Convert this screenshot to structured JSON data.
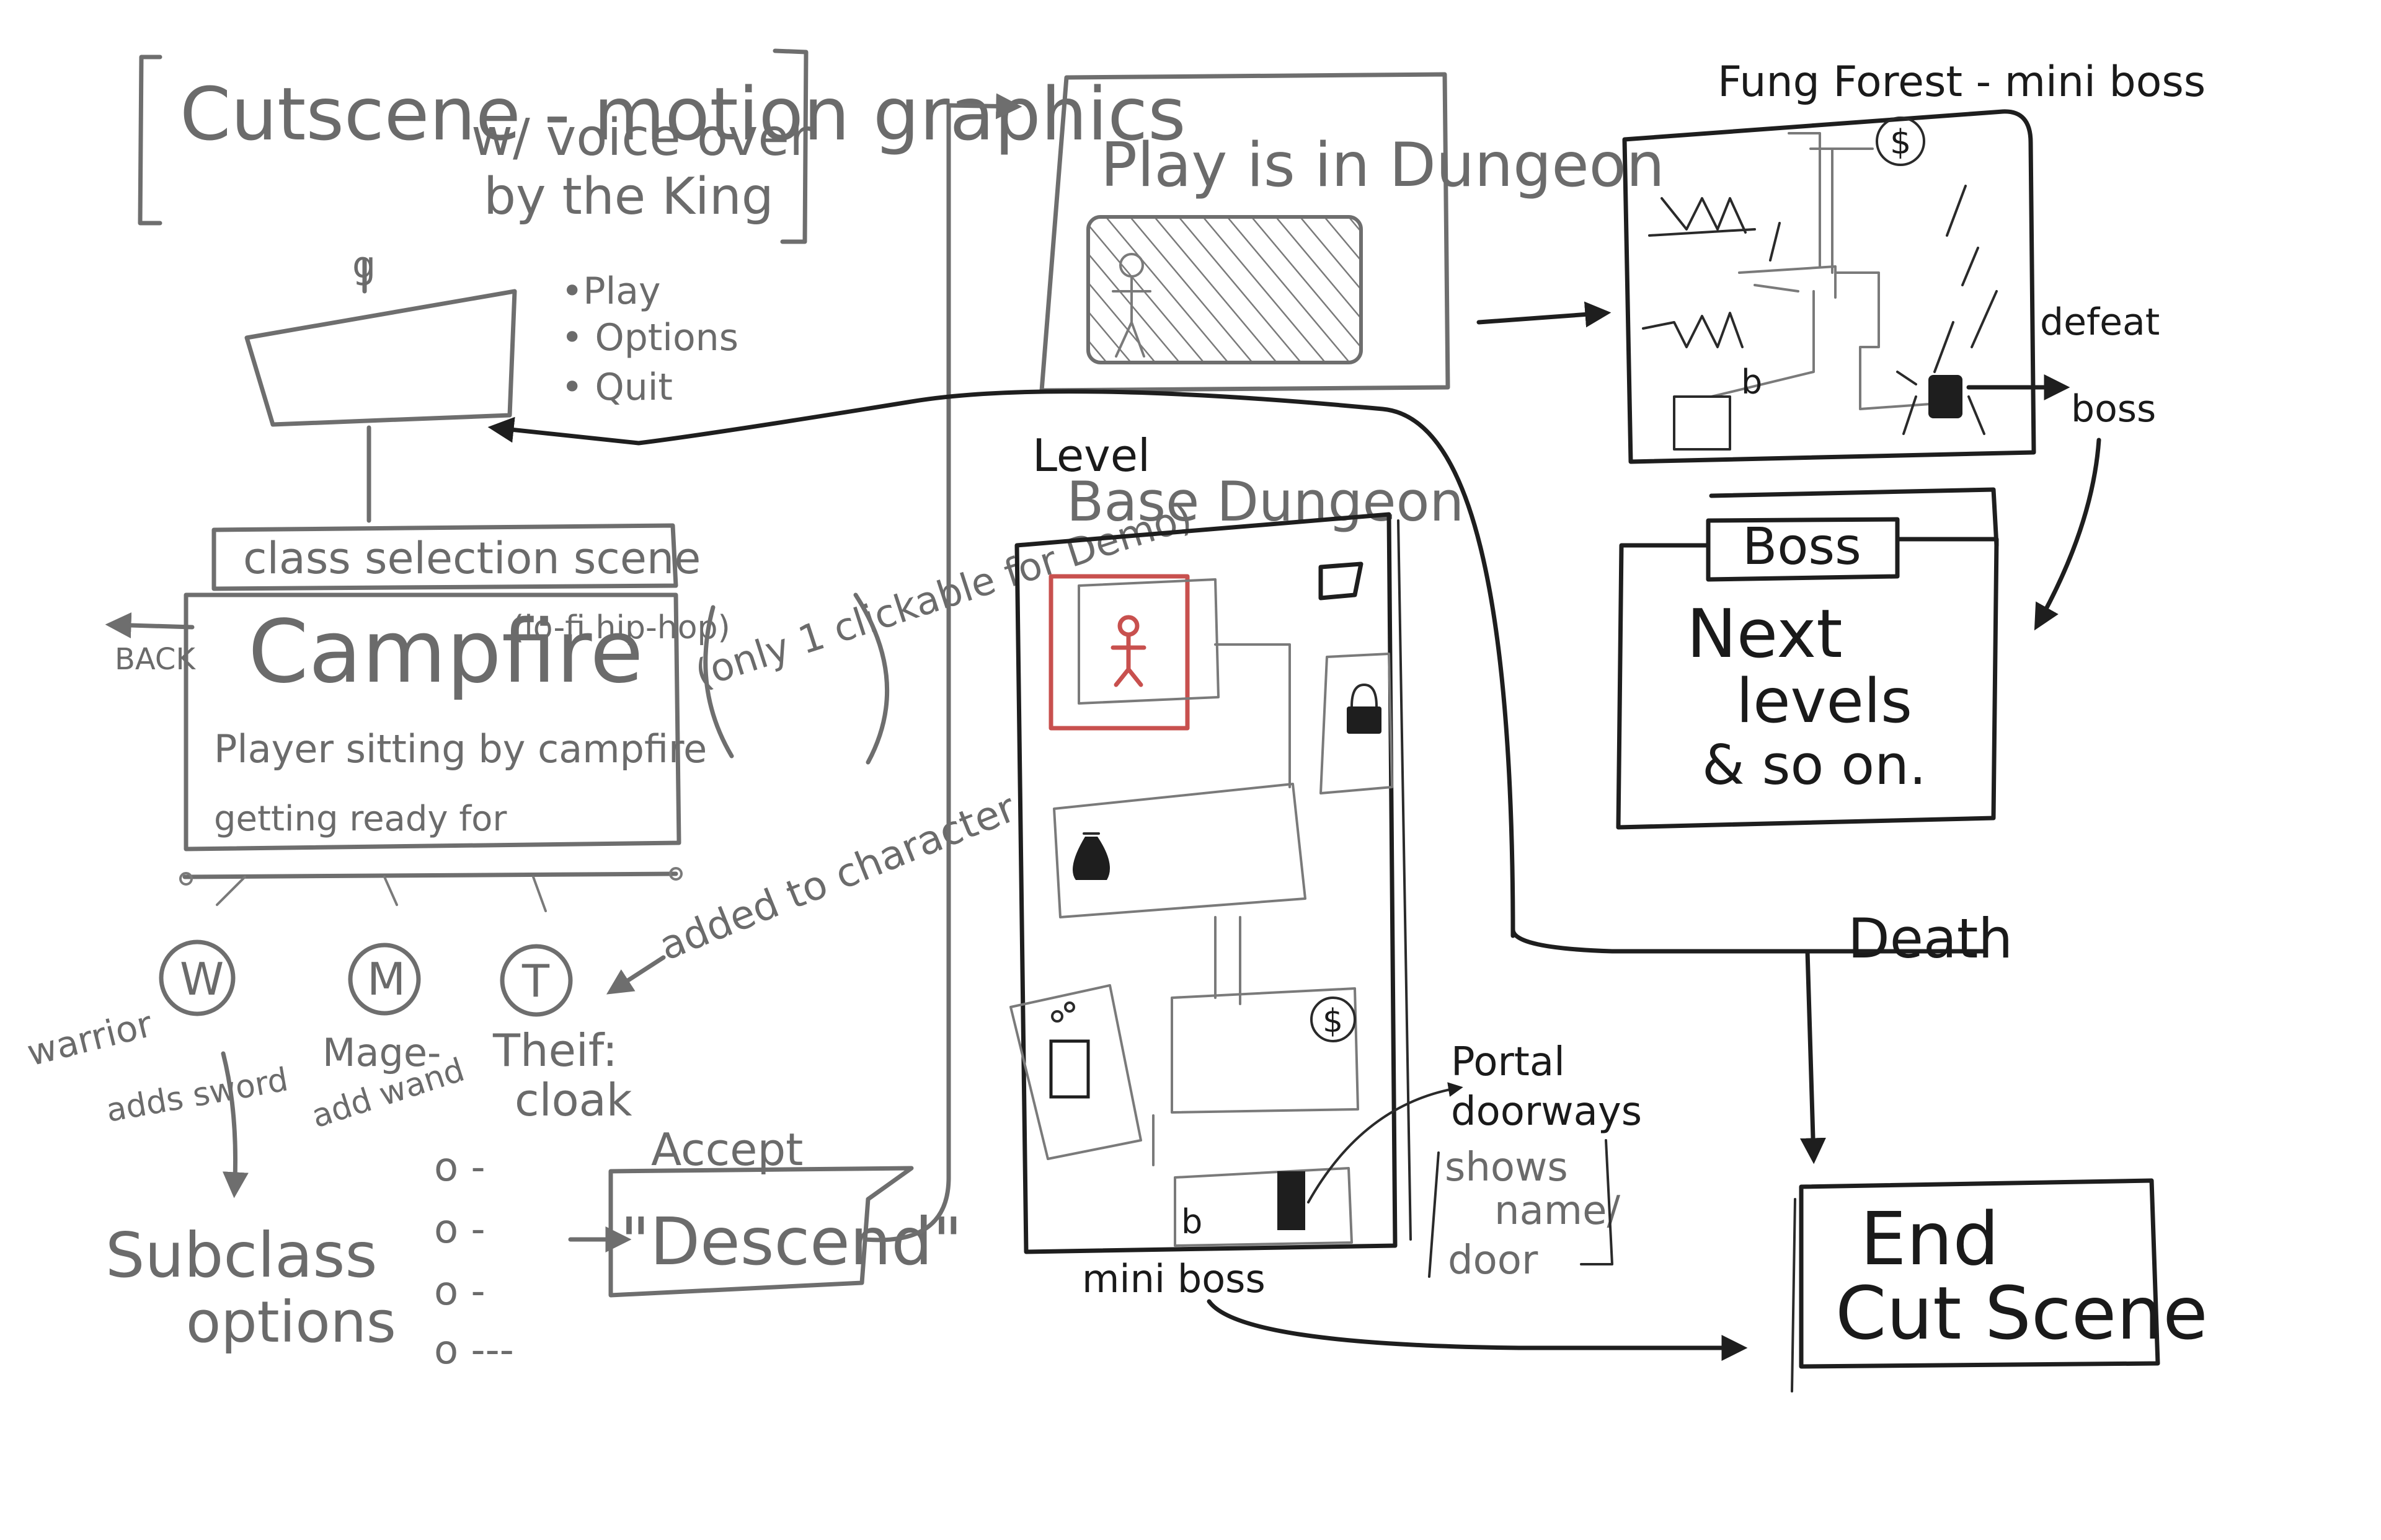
{
  "cutscene": {
    "line1": "Cutscene - motion graphics",
    "line2": "w/ voice over",
    "line3": "by the King"
  },
  "menu": {
    "up_mark": "g",
    "items": [
      "•Play",
      "• Options",
      "• Quit"
    ]
  },
  "class_selection": {
    "title": "class selection scene",
    "back": "BACK",
    "campfire": "Campfire",
    "music": "(lo-fi hip-hop)",
    "desc1": "Player sitting by campfire",
    "desc2": "getting ready for",
    "note": "(only 1 clickable for Demo)"
  },
  "classes": {
    "warrior": {
      "glyph": "W",
      "label": "warrior",
      "sub": "adds sword"
    },
    "mage": {
      "glyph": "M",
      "label": "Mage-",
      "sub": "add wand"
    },
    "thief": {
      "glyph": "T",
      "label": "Theif:",
      "sub": "cloak"
    },
    "added_note": "added to character"
  },
  "subclass": {
    "label1": "Subclass",
    "label2": "options",
    "options": [
      "o -",
      "o -",
      "o -",
      "o ---"
    ]
  },
  "accept": {
    "title": "Accept",
    "button": "\"Descend\""
  },
  "dungeon_intro": {
    "title": "Play is in Dungeon"
  },
  "base_dungeon": {
    "level": "Level",
    "title": "Base Dungeon",
    "mini_boss": "mini boss"
  },
  "portal": {
    "line1": "Portal",
    "line2": "doorways",
    "line3": "shows",
    "line4": "name/",
    "line5": "door"
  },
  "fungi_forest": {
    "title": "Fung Forest - mini boss",
    "defeat": "defeat",
    "boss": "boss"
  },
  "boss_box": {
    "title": "Boss",
    "line1": "Next",
    "line2": "levels",
    "line3": "& so on."
  },
  "death": "Death",
  "end": {
    "line1": "End",
    "line2": "Cut Scene"
  },
  "icons": {
    "dollar": "$"
  }
}
